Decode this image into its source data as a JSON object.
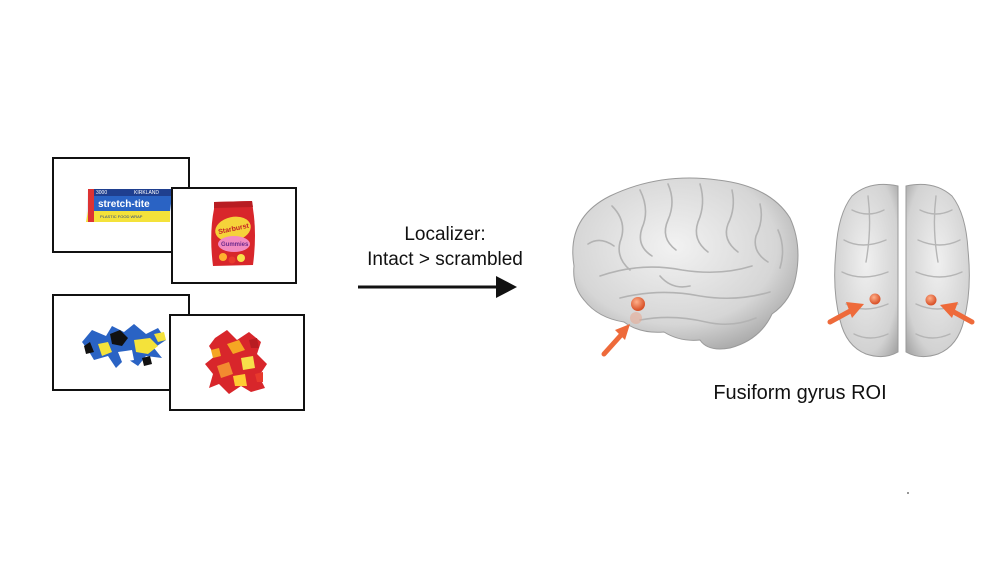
{
  "stimuli": {
    "intact_1": {
      "brand_small": "KIRKLAND",
      "count": "3000",
      "brand_main": "stretch-tite",
      "subtitle": "PLASTIC FOOD WRAP"
    },
    "intact_2": {
      "brand_main": "Starburst",
      "subtitle": "Gummies"
    }
  },
  "arrow_label": {
    "line1": "Localizer:",
    "line2": "Intact > scrambled"
  },
  "roi_label": "Fusiform gyrus ROI",
  "colors": {
    "roi_marker": "#e86a3a",
    "arrow": "#ee6a3a",
    "frame": "#111111",
    "wrap_blue": "#2a63c4",
    "wrap_yellow": "#f4e23a",
    "candy_red": "#d8262b"
  }
}
